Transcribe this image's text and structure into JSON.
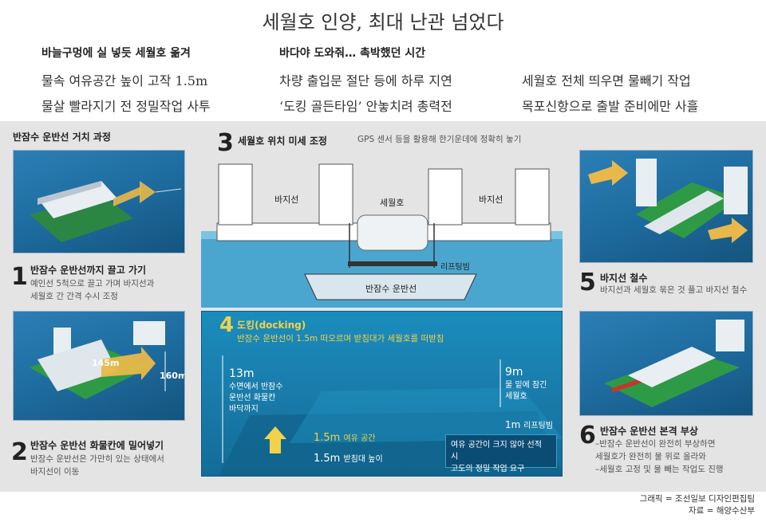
{
  "title": "세월호 인양, 최대 난관 넘었다",
  "columns": [
    {
      "head": "바늘구멍에 실 넣듯 세월호 옮겨",
      "lines": [
        "물속 여유공간 높이 고작 1.5m",
        "물살 빨라지기 전 정밀작업 사투"
      ]
    },
    {
      "head": "바다야 도와줘… 촉박했던 시간",
      "lines": [
        "차량 출입문 절단 등에 하루 지연",
        "‘도킹 골든타임’ 안놓치려 총력전"
      ]
    },
    {
      "head": "",
      "lines": [
        "세월호 전체 띄우면 물빼기 작업",
        "목포신항으로 출발 준비에만 사흘"
      ]
    }
  ],
  "panel_title": "반잠수 운반선 거치 과정",
  "steps": {
    "s1": {
      "num": "1",
      "head": "반잠수 운반선까지 끌고 가기",
      "desc": [
        "예인선 5척으로 끌고 가며 바지선과",
        "세월호 간 간격 수시 조정"
      ]
    },
    "s2": {
      "num": "2",
      "head": "반잠수 운반선 화물칸에 밀어넣기",
      "desc": [
        "반잠수 운반선은 가만히 있는 상태에서",
        "바지선이 이동"
      ],
      "label_145": "145m",
      "label_160": "160m"
    },
    "s3": {
      "num": "3",
      "head": "세월호 위치 미세 조정",
      "desc": "GPS 센서 등을 활용해 한기운데에 정확히 놓기",
      "barge_left": "바지선",
      "barge_right": "바지선",
      "sewol": "세월호",
      "lifting": "리프팅빔",
      "carrier": "반잠수 운반선"
    },
    "s4": {
      "num": "4",
      "head": "도킹(docking)",
      "desc": "반잠수 운반선이 1.5m 떠오르며 받침대가 세월호를 떠받침",
      "depth_value": "13m",
      "depth_lines": [
        "수면에서 반잠수",
        "운반선 화물칸",
        "바닥까지"
      ],
      "sub_value": "9m",
      "sub_lines": [
        "물 밑에 잠긴",
        "세월호"
      ],
      "beam_value": "1m",
      "beam_label": "리프팅빔",
      "gap_value": "1.5m",
      "gap_label": "여유 공간",
      "support_value": "1.5m",
      "support_label": "받침대 높이",
      "note_lines": [
        "여유 공간이 크지 않아 선적 시",
        "고도의 정밀 작업 요구"
      ]
    },
    "s5": {
      "num": "5",
      "head": "바지선 철수",
      "desc": [
        "바지선과 세월호 묶은 것 풀고 바지선 철수"
      ]
    },
    "s6": {
      "num": "6",
      "head": "반잠수 운반선 본격 부상",
      "desc": [
        "–반잠수 운반선이 완전히 부상하면",
        "세월호가 완전히 물 위로 올라와",
        "–세월호 고정 및 물 빼는 작업도 진행"
      ]
    }
  },
  "credits": [
    "그래픽 = 조선일보 디자인편집팀",
    "자료 = 해양수산부"
  ],
  "colors": {
    "sea": "#1e6c9f",
    "arrow": "#e8b84a",
    "accent_yellow": "#f2d24a",
    "panel_bg": "#e4e4e4"
  }
}
